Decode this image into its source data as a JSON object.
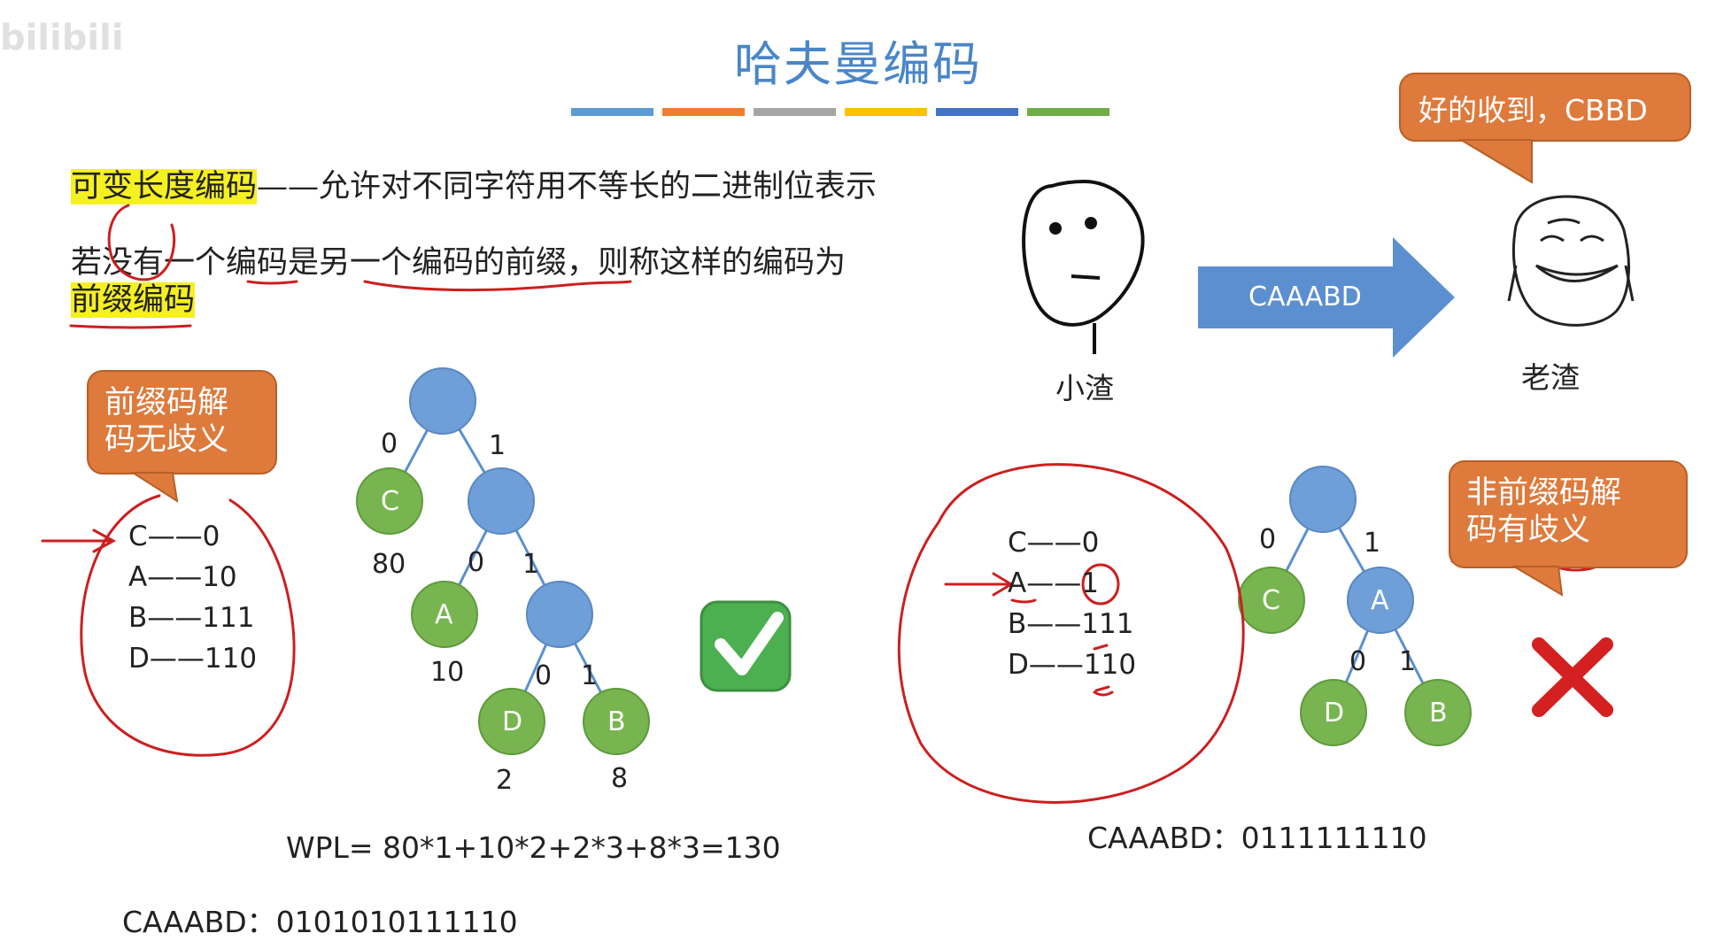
{
  "watermark": "bilibili",
  "title": "哈夫曼编码",
  "title_bar_colors": [
    "#5b9bd5",
    "#ed7d31",
    "#a5a5a5",
    "#ffc000",
    "#4472c4",
    "#70ad47"
  ],
  "definition": {
    "term": "可变长度编码",
    "text": "——允许对不同字符用不等长的二进制位表示"
  },
  "prefix_sentence": {
    "text": "若没有一个编码是另一个编码的前缀，则称这样的编码为",
    "term": "前缀编码"
  },
  "callout_prefix": {
    "line1": "前缀码解",
    "line2": "码无歧义"
  },
  "left_codes": [
    "C——0",
    "A——10",
    "B——111",
    "D——110"
  ],
  "left_tree": {
    "edges": {
      "root_left": "0",
      "root_right": "1",
      "n1_left": "0",
      "n1_right": "1",
      "n2_left": "0",
      "n2_right": "1"
    },
    "leaves": {
      "C": {
        "label": "C",
        "weight": "80"
      },
      "A": {
        "label": "A",
        "weight": "10"
      },
      "D": {
        "label": "D",
        "weight": "2"
      },
      "B": {
        "label": "B",
        "weight": "8"
      }
    }
  },
  "wpl": "WPL= 80*1+10*2+2*3+8*3=130",
  "left_encoding": "CAAABD：0101010111110",
  "speech_top": "好的收到，CBBD",
  "arrow_text": "CAAABD",
  "sender": "小渣",
  "receiver": "老渣",
  "callout_nonprefix": {
    "line1": "非前缀码解",
    "line2": "码有歧义"
  },
  "right_codes": [
    "C——0",
    "A——1",
    "B——111",
    "D——110"
  ],
  "right_tree": {
    "edges": {
      "root_left": "0",
      "root_right": "1",
      "a_left": "0",
      "a_right": "1"
    },
    "nodes": {
      "C": "C",
      "A": "A",
      "D": "D",
      "B": "B"
    }
  },
  "right_encoding": "CAAABD：0111111110",
  "colors": {
    "node_blue": "#6f9fd8",
    "node_green": "#78b550",
    "accent_orange": "#dd7a3c",
    "arrow_blue": "#5b8fd0",
    "ink_red": "#cc1f1f",
    "check_green": "#4caf50"
  },
  "icons": {
    "check": "check-mark-icon",
    "cross": "cross-mark-icon"
  }
}
